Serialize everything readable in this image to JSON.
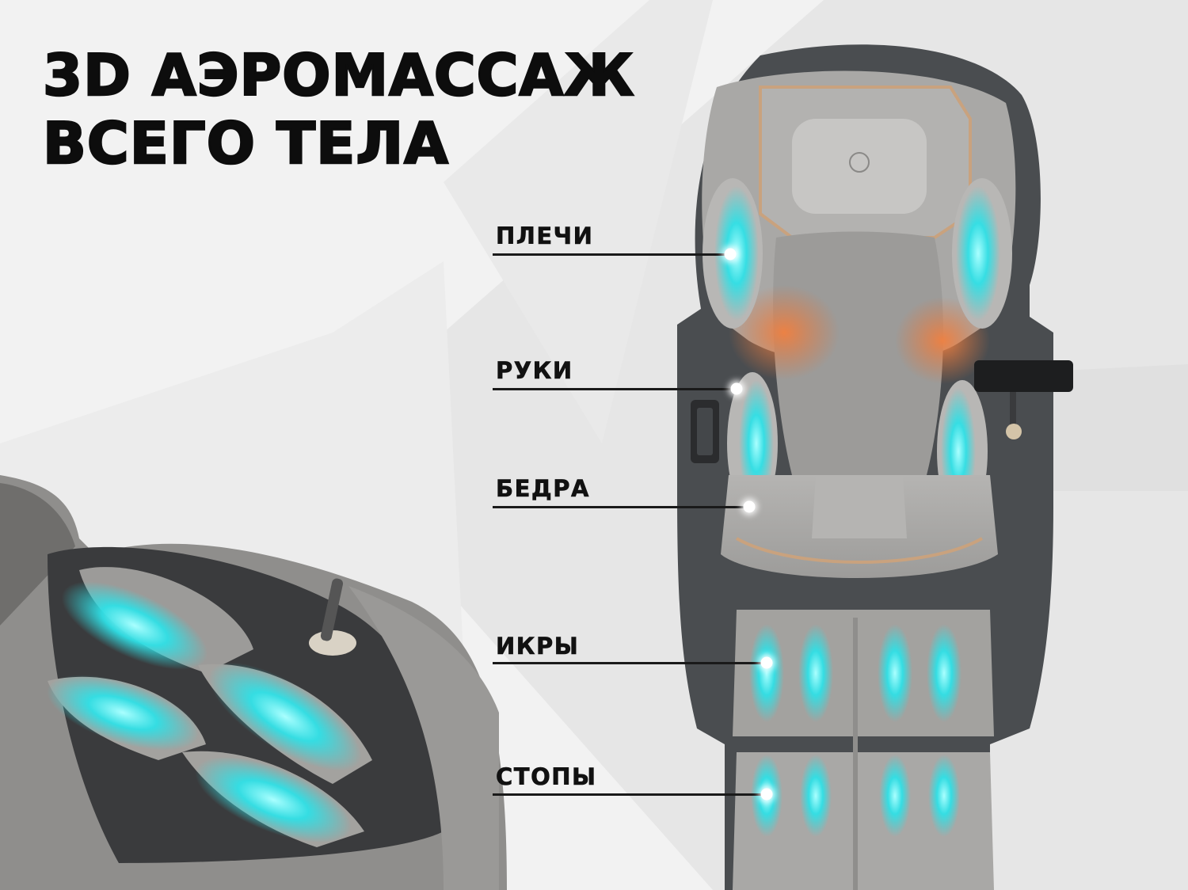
{
  "headline": {
    "line1": "3D АЭРОМАССАЖ",
    "line2": "ВСЕГО ТЕЛА"
  },
  "zones": [
    {
      "id": "shoulders",
      "label": "ПЛЕЧИ"
    },
    {
      "id": "arms",
      "label": "РУКИ"
    },
    {
      "id": "hips",
      "label": "БЕДРА"
    },
    {
      "id": "calves",
      "label": "ИКРЫ"
    },
    {
      "id": "feet",
      "label": "СТОПЫ"
    }
  ],
  "colors": {
    "airbag_glow": "#2fe0e6",
    "heat_pad": "#e0743a",
    "upholstery": "#a9a8a6",
    "frame": "#4a4d50",
    "trim": "#c9a27e"
  }
}
